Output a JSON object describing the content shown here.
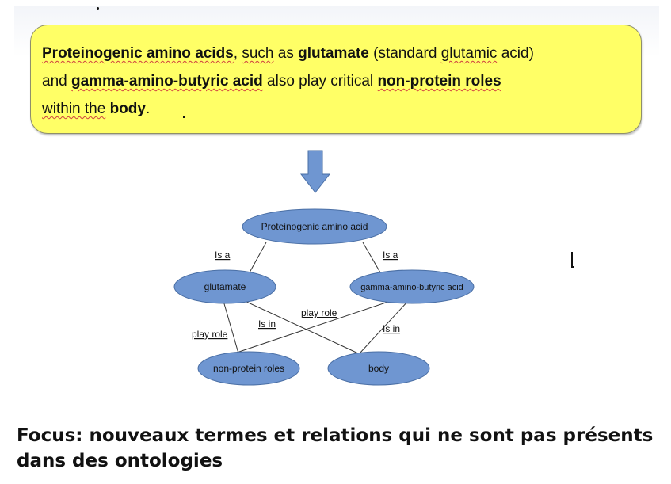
{
  "callout": {
    "t1": "Proteinogenic amino acids",
    "t2": ", ",
    "t3": "such",
    "t4": " as ",
    "t5": "glutamate",
    "t6": " (standard ",
    "t7": "glutamic",
    "t8": " acid)",
    "t9": "and ",
    "t10": "gamma-amino-butyric acid",
    "t11": " also play critical ",
    "t12": "non-protein roles",
    "t13": "within the",
    "t14": " ",
    "t15": "body",
    "t16": "."
  },
  "diagram": {
    "nodes": {
      "root": "Proteinogenic amino acid",
      "glutamate": "glutamate",
      "gaba": "gamma-amino-butyric acid",
      "nonprotein": "non-protein roles",
      "body": "body"
    },
    "edges": {
      "isa_left": "Is a",
      "isa_right": "Is a",
      "playrole_left": "play role",
      "isin_left": "Is in",
      "playrole_right": "play role",
      "isin_right": "Is in"
    },
    "colors": {
      "node_fill": "#6f96d1",
      "node_stroke": "#4a6fa5",
      "arrow_fill": "#6f96d1",
      "callout_fill": "#ffff66"
    }
  },
  "footer": {
    "focus": "Focus: nouveaux termes et relations qui ne sont pas présents dans des ontologies"
  }
}
